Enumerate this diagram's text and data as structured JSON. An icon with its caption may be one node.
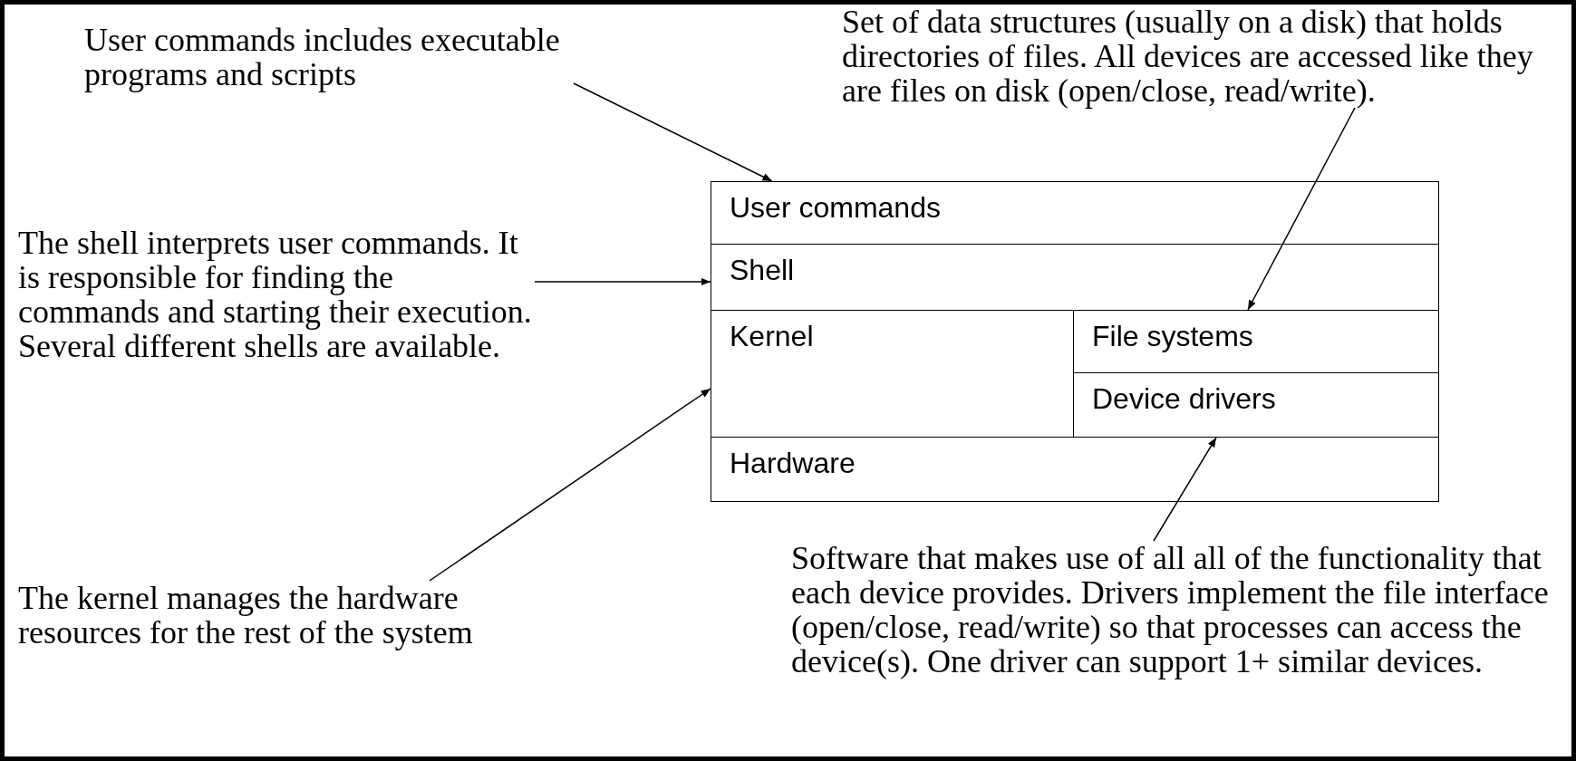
{
  "diagram": {
    "nodes": [
      {
        "text": [
          "User commands"
        ]
      },
      {
        "text": [
          "Shell"
        ]
      },
      {
        "text": [
          "Kernel"
        ]
      },
      {
        "text": [
          "File systems"
        ]
      },
      {
        "text": [
          "Device drivers"
        ]
      },
      {
        "text": [
          "Hardware"
        ]
      },
      {
        "text": [
          "User commands includes executable programs and scripts"
        ]
      },
      {
        "text": [
          "The shell interprets user commands. It is responsible for finding the commands and starting their execution. Several different shells are available."
        ]
      },
      {
        "text": [
          "The kernel manages the hardware resources for the rest of the system"
        ]
      },
      {
        "text": [
          "Set of data structures (usually on a disk) that holds directories of files. All devices are accessed like they are files on disk (open/close, read/write)."
        ]
      },
      {
        "text": [
          "Software that makes use of all all of the functionality that each device provides. Drivers implement the file interface (open/close, read/write) so that processes can access the device(s). One driver can support 1+ similar devices."
        ]
      }
    ],
    "edges": [
      {
        "from": 6,
        "to": 0,
        "arrow": "to"
      },
      {
        "from": 7,
        "to": 1,
        "arrow": "to"
      },
      {
        "from": 8,
        "to": 2,
        "arrow": "to"
      },
      {
        "from": 9,
        "to": 3,
        "arrow": "to"
      },
      {
        "from": 10,
        "to": 4,
        "arrow": "to"
      }
    ]
  }
}
